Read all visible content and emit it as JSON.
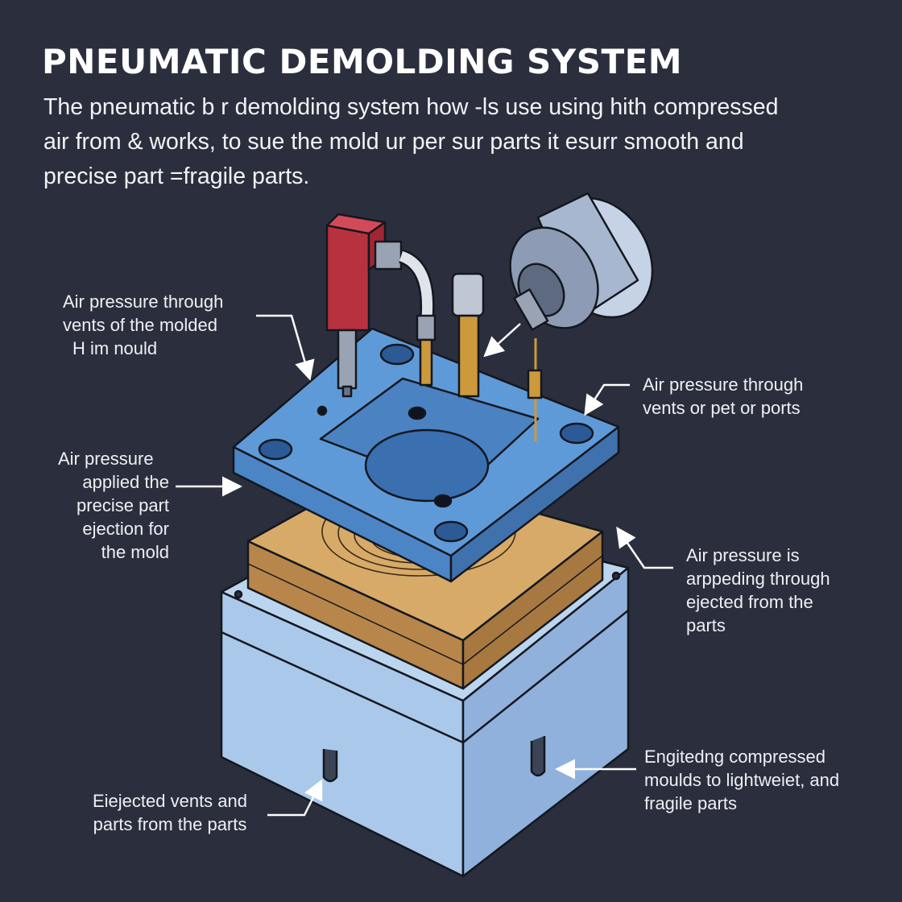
{
  "title": "PNEUMATIC DEMOLDING SYSTEM",
  "intro_lines": [
    "The pneumatic b r demolding system how ‑ls use using hith compressed",
    "air from & works, to sue the mold ur per sur parts it esurr smooth and",
    "precise part =fragile parts."
  ],
  "callouts": {
    "top_left": [
      "Air pressure through",
      "vents of the molded",
      "H im nould"
    ],
    "mid_left": [
      "Air pressure",
      "applied the",
      "precise part",
      "ejection for",
      "the mold"
    ],
    "bottom_left": [
      "Eiejected vents and",
      "parts from the parts"
    ],
    "top_right": [
      "Air pressure through",
      "vents or pet or ports"
    ],
    "mid_right": [
      "Air pressure is",
      "arppeding through",
      "ejected from the",
      "parts"
    ],
    "bottom_right": [
      "Engitedng compressed",
      "moulds to lightweiet, and",
      "fragile parts"
    ]
  },
  "colors": {
    "background": "#2b2f3d",
    "plate": "#5f9ad8",
    "mold_base": "#a9c8ea",
    "mold_core": "#c79a5c",
    "valve_red": "#b8313f",
    "brass": "#cc9a3c",
    "cylinder": "#c6d3e6",
    "text": "#f2f3f6"
  }
}
